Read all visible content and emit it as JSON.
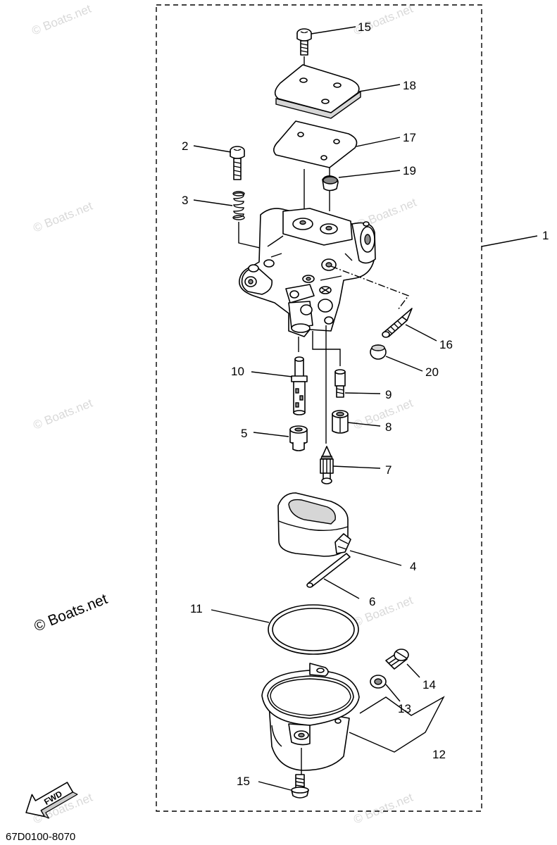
{
  "diagram": {
    "part_code": "67D0100-8070",
    "fwd_label": "FWD",
    "watermark": "© Boats.net",
    "watermark_main": "© Boats.net",
    "callouts": {
      "c1": "1",
      "c2": "2",
      "c3": "3",
      "c4": "4",
      "c5": "5",
      "c6": "6",
      "c7": "7",
      "c8": "8",
      "c9": "9",
      "c10": "10",
      "c11": "11",
      "c12": "12",
      "c13": "13",
      "c14": "14",
      "c15_top": "15",
      "c15_bottom": "15",
      "c16": "16",
      "c17": "17",
      "c18": "18",
      "c19": "19",
      "c20": "20"
    }
  }
}
